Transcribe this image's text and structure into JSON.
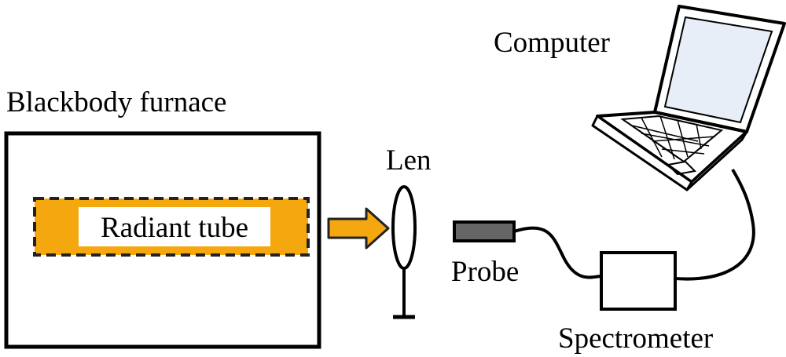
{
  "labels": {
    "computer": "Computer",
    "blackbody_furnace": "Blackbody furnace",
    "radiant_tube": "Radiant tube",
    "len": "Len",
    "probe": "Probe",
    "spectrometer": "Spectrometer"
  },
  "colors": {
    "line": "#000000",
    "tube_fill": "#f5a70f",
    "arrow_fill": "#f5a70f",
    "probe_body": "#666666",
    "screen": "#ffffff"
  },
  "icons": {
    "computer": "laptop-icon",
    "lens": "lens-icon",
    "probe": "probe-icon",
    "arrow": "arrow-right-icon"
  }
}
